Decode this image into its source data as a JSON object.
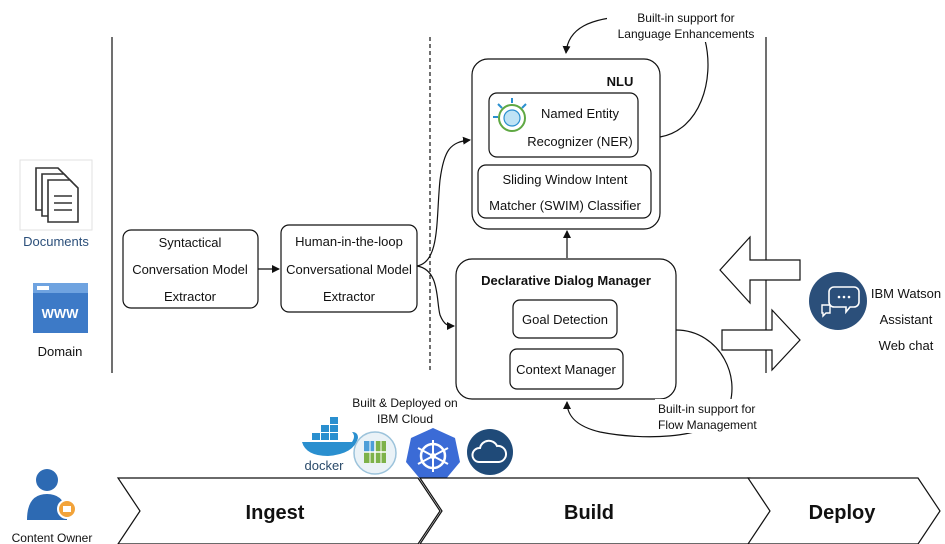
{
  "left_panel": {
    "documents_label": "Documents",
    "domain_label": "Domain",
    "www_text": "WWW",
    "content_owner_label": "Content Owner"
  },
  "ingest": {
    "syntactical_box": [
      "Syntactical",
      "Conversation Model",
      "Extractor"
    ],
    "hitl_box": [
      "Human-in-the-loop",
      "Conversational Model",
      "Extractor"
    ]
  },
  "nlu": {
    "title": "NLU",
    "ner_box": [
      "Named Entity",
      "Recognizer (NER)"
    ],
    "swim_box": [
      "Sliding Window Intent",
      "Matcher (SWIM) Classifier"
    ]
  },
  "dialog_manager": {
    "title": "Declarative Dialog Manager",
    "goal_detection": "Goal Detection",
    "context_manager": "Context Manager"
  },
  "annotations": {
    "language_support": [
      "Built-in support for",
      "Language Enhancements"
    ],
    "flow_support": [
      "Built-in support for",
      "Flow Management"
    ],
    "cloud_note": [
      "Built & Deployed on",
      "IBM Cloud"
    ],
    "docker_text": "docker"
  },
  "watson": {
    "lines": [
      "IBM Watson",
      "Assistant",
      "Web chat"
    ]
  },
  "phases": [
    "Ingest",
    "Build",
    "Deploy"
  ],
  "colors": {
    "icon_blue": "#2d6ab3",
    "dark_navy": "#2b4f7a",
    "kubernetes_blue": "#3b6bd6",
    "cloud_navy": "#1f4a78",
    "docker_blue": "#2a8fcf",
    "cloud_green": "#7db24a",
    "box_stroke": "#111111"
  }
}
